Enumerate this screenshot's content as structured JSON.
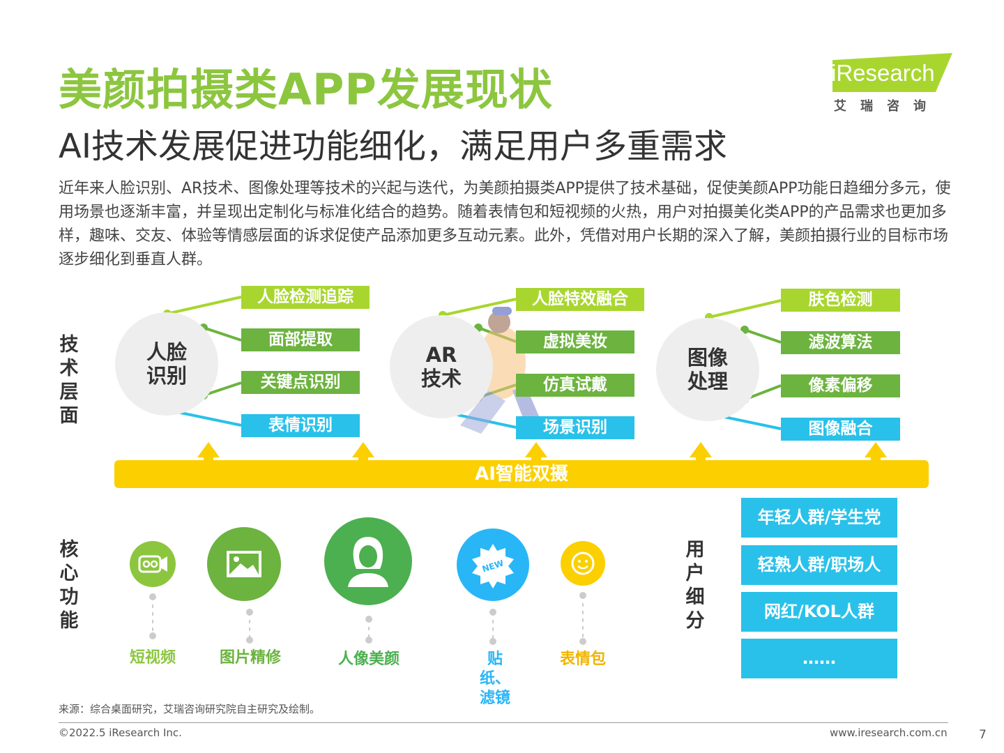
{
  "header": {
    "title": "美颜拍摄类APP发展现状",
    "subtitle": "AI技术发展促进功能细化，满足用户多重需求"
  },
  "logo": {
    "text": "iResearch",
    "cn": "艾瑞咨询"
  },
  "intro": "近年来人脸识别、AR技术、图像处理等技术的兴起与迭代，为美颜拍摄类APP提供了技术基础，促使美颜APP功能日趋细分多元，使用场景也逐渐丰富，并呈现出定制化与标准化结合的趋势。随着表情包和短视频的火热，用户对拍摄美化类APP的产品需求也更加多样，趣味、交友、体验等情感层面的诉求促使产品添加更多互动元素。此外，凭借对用户长期的深入了解，美颜拍摄行业的目标市场逐步细化到垂直人群。",
  "tech_section": {
    "label": "技术层面",
    "groups": [
      {
        "hub": "人脸识别",
        "items": [
          "人脸检测追踪",
          "面部提取",
          "关键点识别",
          "表情识别"
        ]
      },
      {
        "hub": "AR技术",
        "items": [
          "人脸特效融合",
          "虚拟美妆",
          "仿真试戴",
          "场景识别"
        ]
      },
      {
        "hub": "图像处理",
        "items": [
          "肤色检测",
          "滤波算法",
          "像素偏移",
          "图像融合"
        ]
      }
    ]
  },
  "ai_bar": {
    "label": "AI智能双摄"
  },
  "core_section": {
    "label": "核心功能",
    "features": [
      {
        "label": "短视频",
        "icon": "video-camera-icon",
        "color": "#8cc63f"
      },
      {
        "label": "图片精修",
        "icon": "image-icon",
        "color": "#6cb33f"
      },
      {
        "label": "人像美颜",
        "icon": "portrait-icon",
        "color": "#4caf50"
      },
      {
        "label": "贴纸、滤镜",
        "icon": "new-badge-icon",
        "color": "#29b6f6"
      },
      {
        "label": "表情包",
        "icon": "emoji-icon",
        "color": "#fccf00"
      }
    ]
  },
  "user_section": {
    "label": "用户细分",
    "segments": [
      "年轻人群/学生党",
      "轻熟人群/职场人",
      "网红/KOL人群",
      "……"
    ]
  },
  "footer": {
    "source": "来源：综合桌面研究，艾瑞咨询研究院自主研究及绘制。",
    "copyright": "©2022.5 iResearch Inc.",
    "website": "www.iresearch.com.cn",
    "page": "7"
  },
  "colors": {
    "lime": "#a8d62f",
    "green": "#6cb33f",
    "cyan": "#29c1ea",
    "yellow": "#fccf00",
    "title_green": "#8cc63f"
  }
}
